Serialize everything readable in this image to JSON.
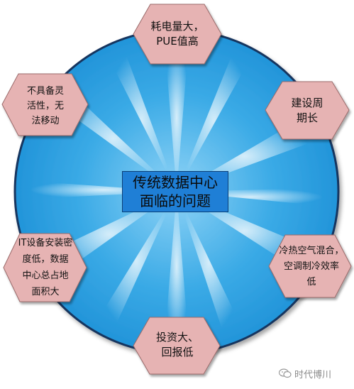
{
  "diagram": {
    "center": {
      "line1": "传统数据中心",
      "line2": "面临的问题"
    },
    "problems": [
      {
        "lines": [
          "耗电量大，",
          "PUE值高"
        ]
      },
      {
        "lines": [
          "建设周",
          "期长"
        ]
      },
      {
        "lines": [
          "冷热空气混合，",
          "空调制冷效率",
          "低"
        ]
      },
      {
        "lines": [
          "投资大、",
          "回报低"
        ]
      },
      {
        "lines": [
          "IT设备安装密",
          "度低，数据",
          "中心总占地",
          "面积大"
        ]
      },
      {
        "lines": [
          "不具备灵",
          "活性，无",
          "法移动"
        ]
      }
    ],
    "colors": {
      "circle": "#3aa0e0",
      "circle_edge": "#1a3f6e",
      "hexagon": "#e6b3b3",
      "hexagon_edge": "#9a6a6a",
      "center_box": "#1f7fd6"
    }
  },
  "watermark": {
    "text": "时代博川"
  }
}
